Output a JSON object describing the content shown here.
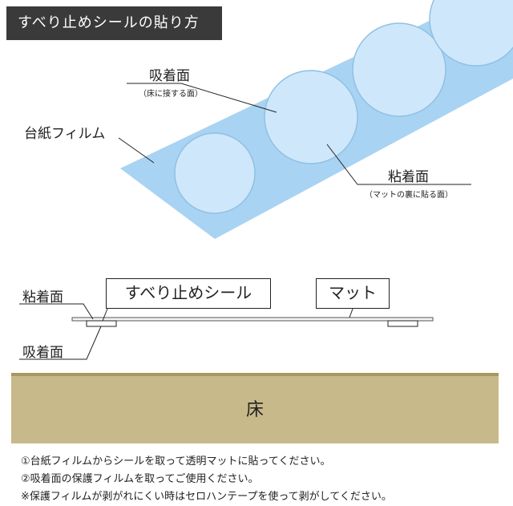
{
  "header": {
    "title": "すべり止めシールの貼り方"
  },
  "top_diagram": {
    "adsorption_face": {
      "title": "吸着面",
      "sub": "（床に接する面）"
    },
    "backing_film": "台紙フィルム",
    "adhesive_face": {
      "title": "粘着面",
      "sub": "（マットの裏に貼る面）"
    },
    "colors": {
      "film": "#a9d3f2",
      "seal": "#cfe7fa",
      "seal_edge": "#8fc0e4"
    }
  },
  "cross_section": {
    "adhesive_face": "粘着面",
    "seal": "すべり止めシール",
    "mat": "マット",
    "adsorption_face": "吸着面",
    "floor": "床",
    "colors": {
      "floor": "#c8b98a",
      "floor_edge": "#a99660"
    }
  },
  "notes": [
    "①台紙フィルムからシールを取って透明マットに貼ってください。",
    "②吸着面の保護フィルムを取ってご使用ください。",
    "※保護フィルムが剥がれにくい時はセロハンテープを使って剥がしてください。"
  ]
}
